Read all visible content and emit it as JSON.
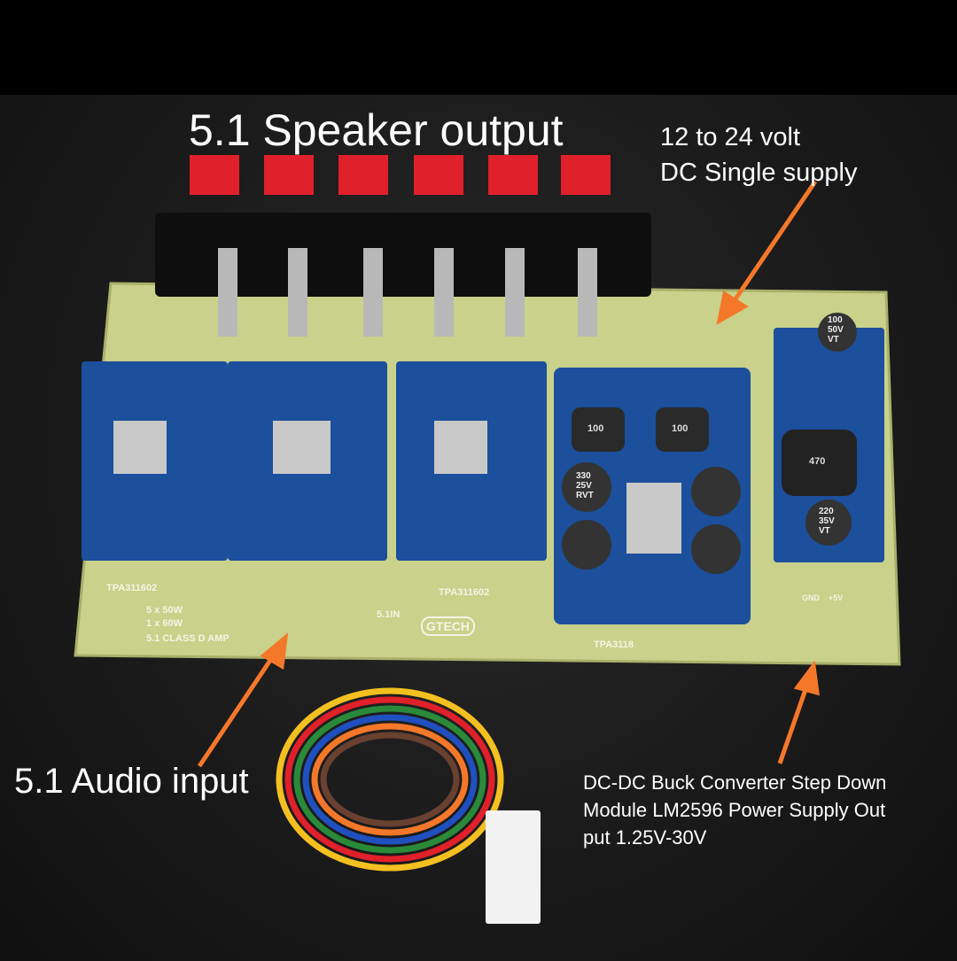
{
  "annotations": {
    "speaker_output": "5.1 Speaker output",
    "supply": "12 to 24 volt\nDC Single supply",
    "audio_input": "5.1 Audio input",
    "buck_converter": "DC-DC Buck Converter Step Down\nModule LM2596 Power Supply Out\nput 1.25V-30V"
  },
  "board_labels": {
    "module1": "TPA311602",
    "module2": "TPA311602",
    "module3": "TPA3118",
    "power_rating": "5 x 50W\n1 x 60W",
    "amp_type": "5.1 CLASS D AMP",
    "input_label": "5.1IN",
    "brand": "GTECH",
    "gnd": "GND",
    "plus5v": "+5V"
  },
  "components": {
    "inductor1": "100",
    "inductor2": "100",
    "inductor3": "470",
    "cap_a": "330\n25V\nRVT",
    "cap_b": "100\n50V\nVT",
    "cap_c": "220\n35V\nVT"
  },
  "colors": {
    "pcb": "#c9d18a",
    "module": "#1c4f9c",
    "arrow": "#f5782a",
    "terminal": "#e0202a"
  }
}
